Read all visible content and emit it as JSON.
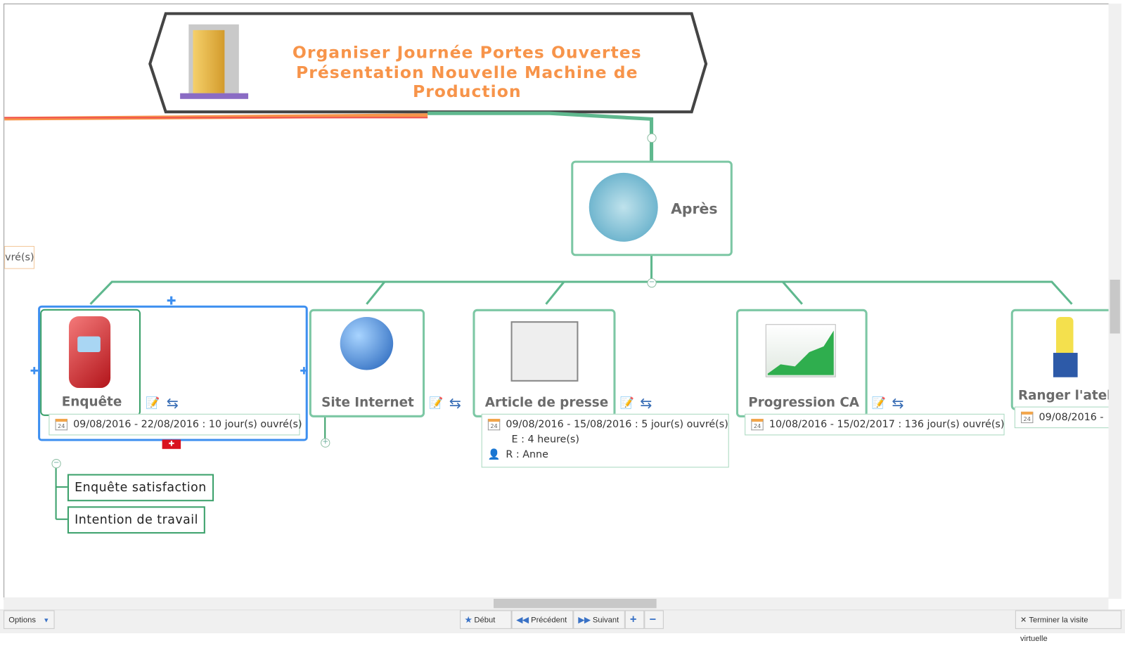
{
  "title": {
    "line1": "Organiser Journée Portes Ouvertes",
    "line2": "Présentation Nouvelle Machine de Production"
  },
  "central": {
    "label": "Après"
  },
  "left_partial": {
    "text": "vré(s)"
  },
  "topics": [
    {
      "label": "Enquête",
      "dates": "09/08/2016 - 22/08/2016 : 10 jour(s) ouvré(s)",
      "subtopics": [
        "Enquête satisfaction",
        "Intention de travail"
      ]
    },
    {
      "label": "Site Internet"
    },
    {
      "label": "Article de presse",
      "dates": "09/08/2016 - 15/08/2016 : 5 jour(s) ouvré(s)",
      "effort": "E : 4 heure(s)",
      "resource": "R : Anne"
    },
    {
      "label": "Progression CA",
      "dates": "10/08/2016 - 15/02/2017 : 136 jour(s) ouvré(s)"
    },
    {
      "label": "Ranger l'ateli",
      "dates": "09/08/2016 -"
    }
  ],
  "calendar_day": "24",
  "bottom_bar": {
    "options": "Options",
    "start": "Début",
    "previous": "Précédent",
    "next": "Suivant",
    "end_tour": "Terminer la visite virtuelle"
  },
  "colors": {
    "accent": "#f7944a",
    "branch": "#5fb88e",
    "selection": "#3d8ff0"
  }
}
